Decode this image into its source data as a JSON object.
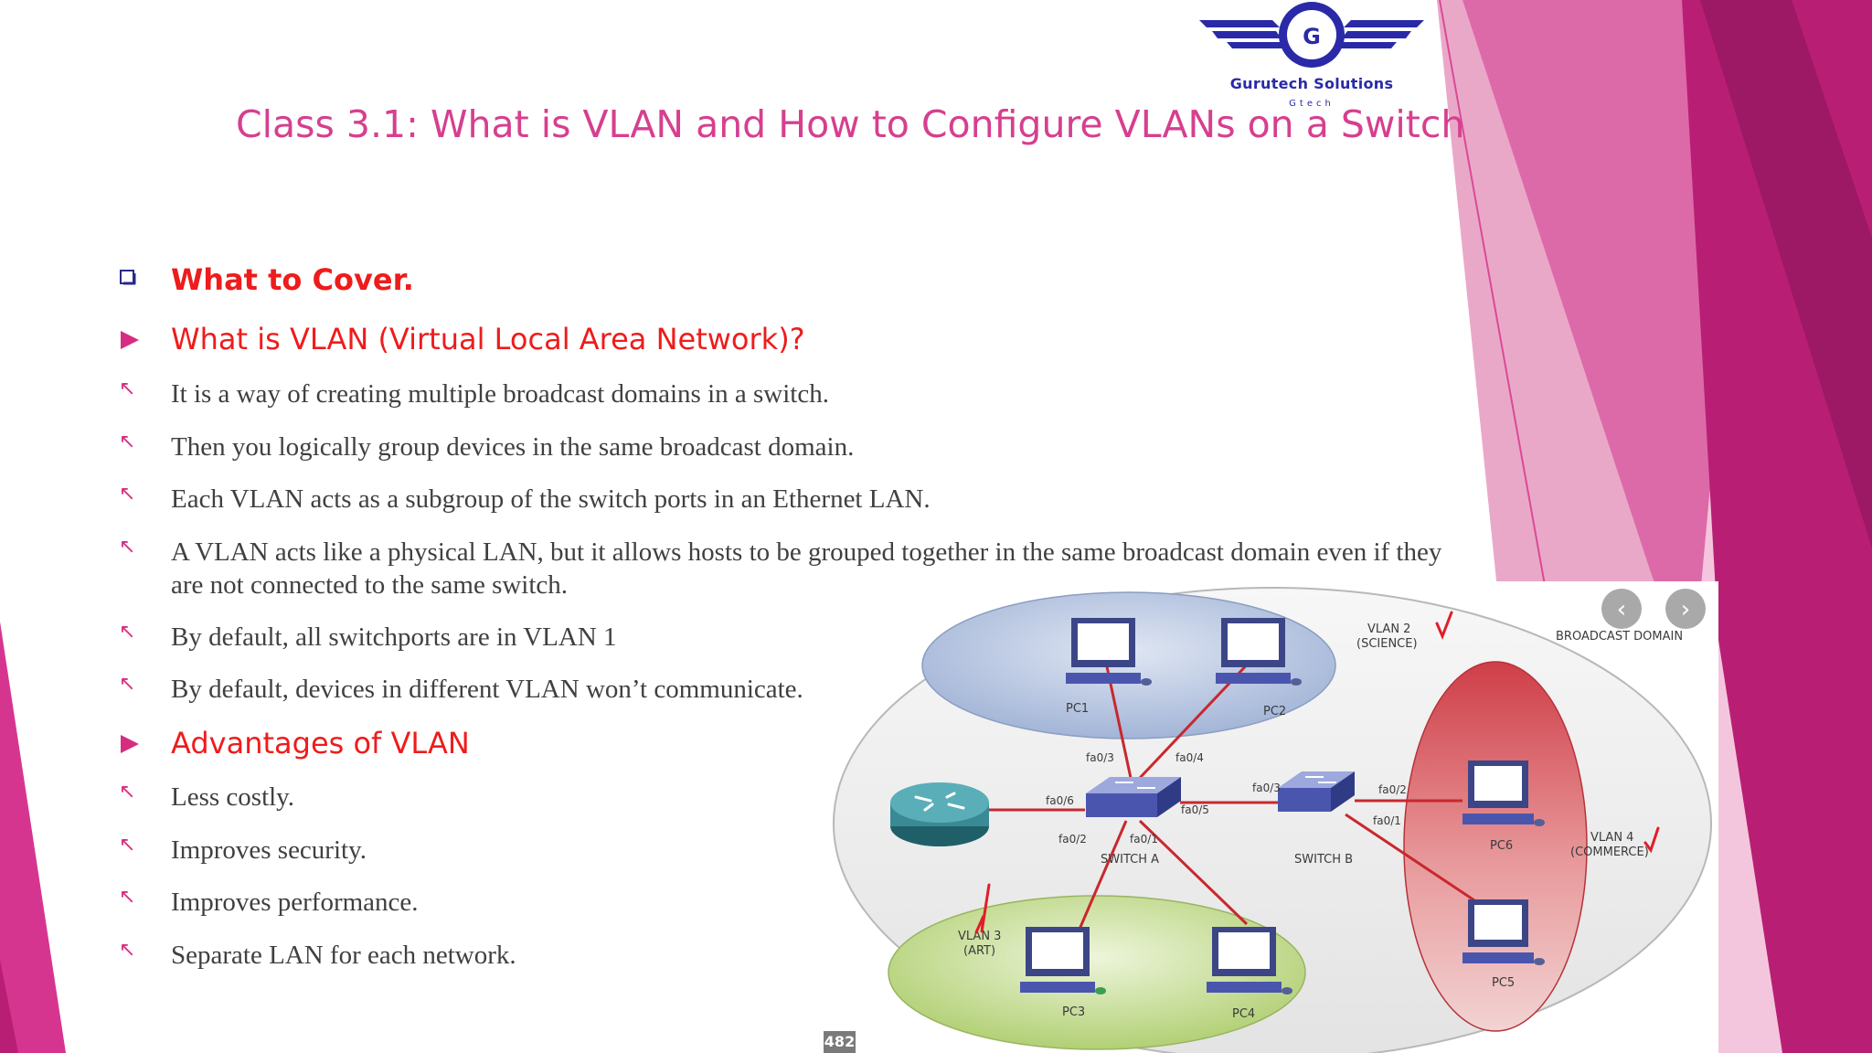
{
  "brand": {
    "name": "Gurutech Solutions",
    "sub": "Gtech",
    "initial": "G",
    "color": "#2a2aa8"
  },
  "slide": {
    "title": "Class 3.1: What is VLAN and How to Configure VLANs on a Switch",
    "title_color": "#d63f8f",
    "heading_color": "#ee1c1c",
    "page_number": "482"
  },
  "bullets": [
    {
      "kind": "checkbox",
      "text": "What to Cover."
    },
    {
      "kind": "arrow",
      "text": "What is VLAN (Virtual Local Area Network)?"
    },
    {
      "kind": "sub",
      "text": "It is a way of creating multiple broadcast domains in a switch."
    },
    {
      "kind": "sub",
      "text": "Then you logically group devices in the same broadcast domain."
    },
    {
      "kind": "sub",
      "text": "Each VLAN acts as a subgroup of the switch ports in an Ethernet LAN."
    },
    {
      "kind": "sub",
      "text": "A VLAN acts like a physical LAN, but it allows hosts to be grouped together in the same broadcast domain even if they",
      "text2": "are not connected to the same switch."
    },
    {
      "kind": "sub",
      "text": "By default, all switchports are in VLAN 1"
    },
    {
      "kind": "sub",
      "text": "By default, devices in different VLAN won’t communicate."
    },
    {
      "kind": "arrow",
      "text": "Advantages of VLAN"
    },
    {
      "kind": "sub",
      "text": "Less costly."
    },
    {
      "kind": "sub",
      "text": "Improves security."
    },
    {
      "kind": "sub",
      "text": "Improves performance."
    },
    {
      "kind": "sub",
      "text": "Separate LAN for each network."
    }
  ],
  "diagram": {
    "broadcast_label": "BROADCAST DOMAIN",
    "vlan2": {
      "line1": "VLAN 2",
      "line2": "(SCIENCE)",
      "color": "#a9b9d9"
    },
    "vlan3": {
      "line1": "VLAN 3",
      "line2": "(ART)",
      "color": "#b6d27c"
    },
    "vlan4": {
      "line1": "VLAN 4",
      "line2": "(COMMERCE)",
      "color": "#d8525a"
    },
    "switch_a": "SWITCH A",
    "switch_b": "SWITCH B",
    "pcs": [
      "PC1",
      "PC2",
      "PC3",
      "PC4",
      "PC5",
      "PC6"
    ],
    "ports": [
      "fa0/3",
      "fa0/4",
      "fa0/6",
      "fa0/5",
      "fa0/2",
      "fa0/1",
      "fa0/3",
      "fa0/2",
      "fa0/1"
    ],
    "link_color": "#c8282e",
    "nav_prev": "‹",
    "nav_next": "›"
  }
}
